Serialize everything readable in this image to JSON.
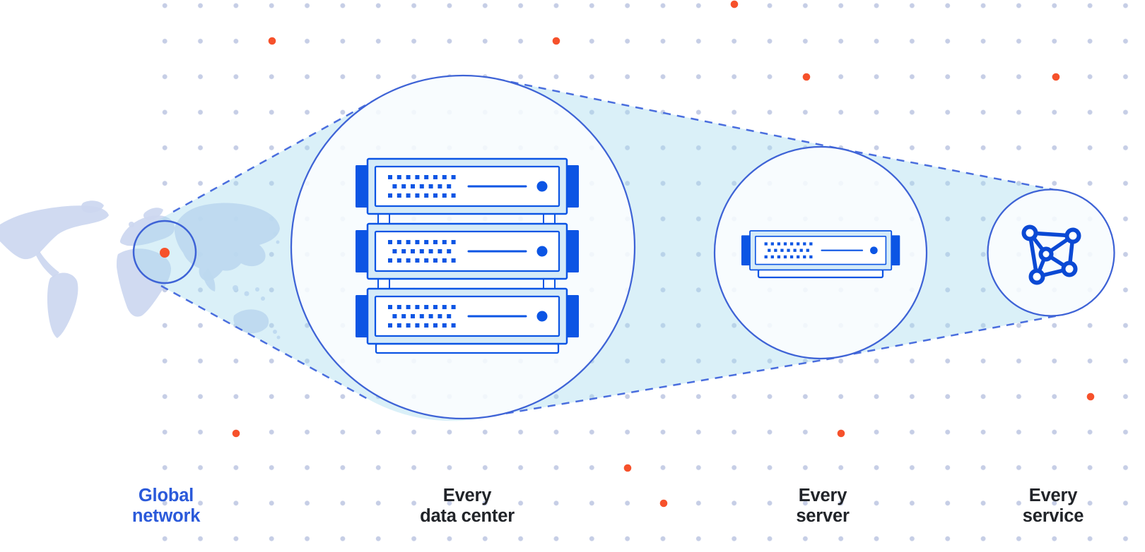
{
  "diagram": {
    "type": "zoom-progression",
    "description": "A global network map zooms into a data center rack, then a single server, then a mesh of services"
  },
  "stages": [
    {
      "id": "global-network",
      "label": "Global\nnetwork",
      "accent": true,
      "visual": "world-map-with-highlight-circle"
    },
    {
      "id": "every-data-center",
      "label": "Every\ndata center",
      "accent": false,
      "visual": "three-stacked-servers-in-circle",
      "server_count": 3
    },
    {
      "id": "every-server",
      "label": "Every\nserver",
      "accent": false,
      "visual": "single-server-in-circle",
      "server_count": 1
    },
    {
      "id": "every-service",
      "label": "Every\nservice",
      "accent": false,
      "visual": "mesh-network-icon-in-circle"
    }
  ],
  "colors": {
    "accent_text": "#2b5ada",
    "label_text": "#212429",
    "circle_stroke": "#3e63d6",
    "dash": "#4a6ede",
    "server": "#0c55e4",
    "server_frame": "#d5ebf8",
    "mesh": "#0b49d4",
    "cone": "rgba(168,220,238,0.42)",
    "map": "#ccd7f0",
    "grid_dot": "#c6cee6",
    "accent_dot": "#f6512b"
  }
}
